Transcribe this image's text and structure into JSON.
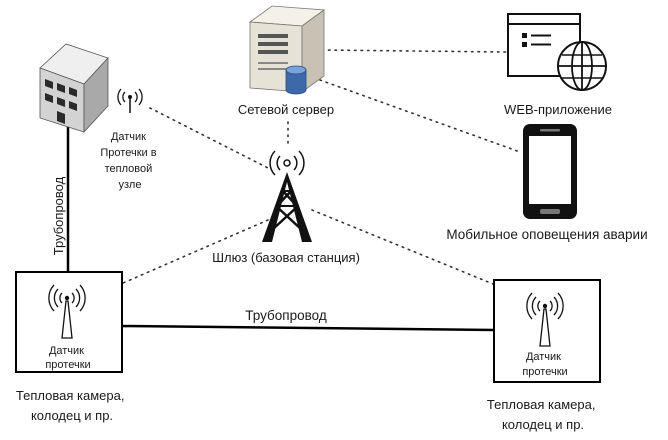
{
  "nodes": {
    "server_label": "Сетевой сервер",
    "web_label": "WEB-приложение",
    "mobile_label": "Мобильное оповещения аварии",
    "gateway_label": "Шлюз (базовая станция)",
    "building_sensor_label": [
      "Датчик",
      "Протечки в",
      "тепловой",
      "узле"
    ],
    "left_box_label": [
      "Датчик",
      "протечки"
    ],
    "right_box_label": [
      "Датчик",
      "протечки"
    ],
    "left_chamber_label": [
      "Тепловая камера,",
      "колодец и пр."
    ],
    "right_chamber_label": [
      "Тепловая камера,",
      "колодец и пр."
    ]
  },
  "edges": {
    "vertical_pipe_label": "Трубопровод",
    "horizontal_pipe_label": "Трубопровод"
  },
  "icons": [
    "server-icon",
    "database-icon",
    "web-window-icon",
    "globe-icon",
    "smartphone-icon",
    "tower-icon",
    "building-icon",
    "antenna-icon"
  ],
  "colors": {
    "line": "#000000",
    "server_body": "#e6e2d6",
    "database": "#4a6fa5",
    "building": "#c9c9c9"
  }
}
